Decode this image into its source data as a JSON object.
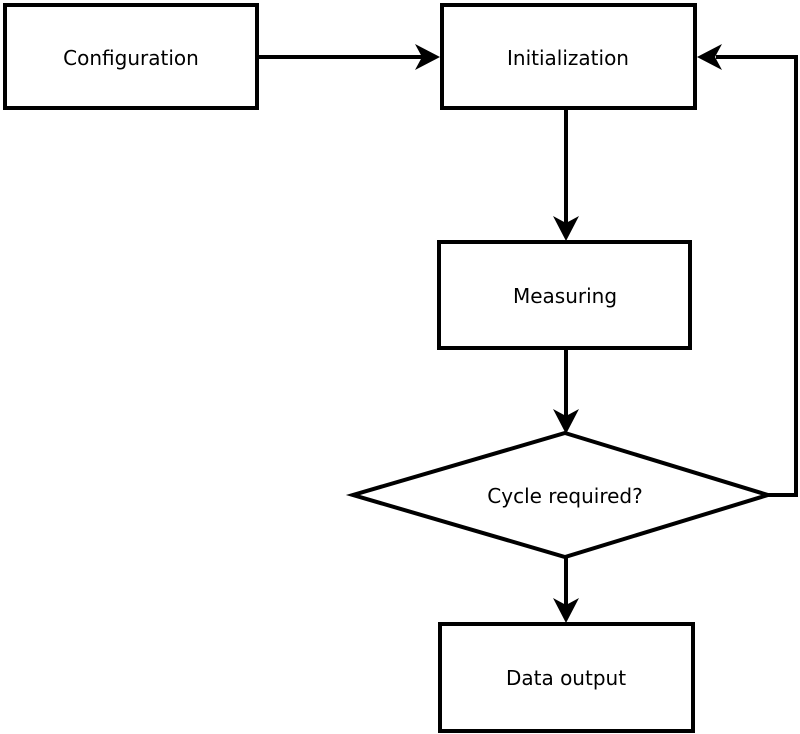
{
  "diagram": {
    "type": "flowchart",
    "nodes": {
      "configuration": {
        "label": "Configuration",
        "shape": "rectangle"
      },
      "initialization": {
        "label": "Initialization",
        "shape": "rectangle"
      },
      "measuring": {
        "label": "Measuring",
        "shape": "rectangle"
      },
      "cycle_required": {
        "label": "Cycle required?",
        "shape": "diamond"
      },
      "data_output": {
        "label": "Data output",
        "shape": "rectangle"
      }
    },
    "edges": [
      {
        "from": "configuration",
        "to": "initialization"
      },
      {
        "from": "initialization",
        "to": "measuring"
      },
      {
        "from": "measuring",
        "to": "cycle_required"
      },
      {
        "from": "cycle_required",
        "to": "data_output"
      },
      {
        "from": "cycle_required",
        "to": "initialization",
        "note": "feedback loop"
      }
    ],
    "colors": {
      "background": "#ffffff",
      "node_fill": "#ffffff",
      "stroke": "#000000",
      "text": "#000000"
    }
  }
}
